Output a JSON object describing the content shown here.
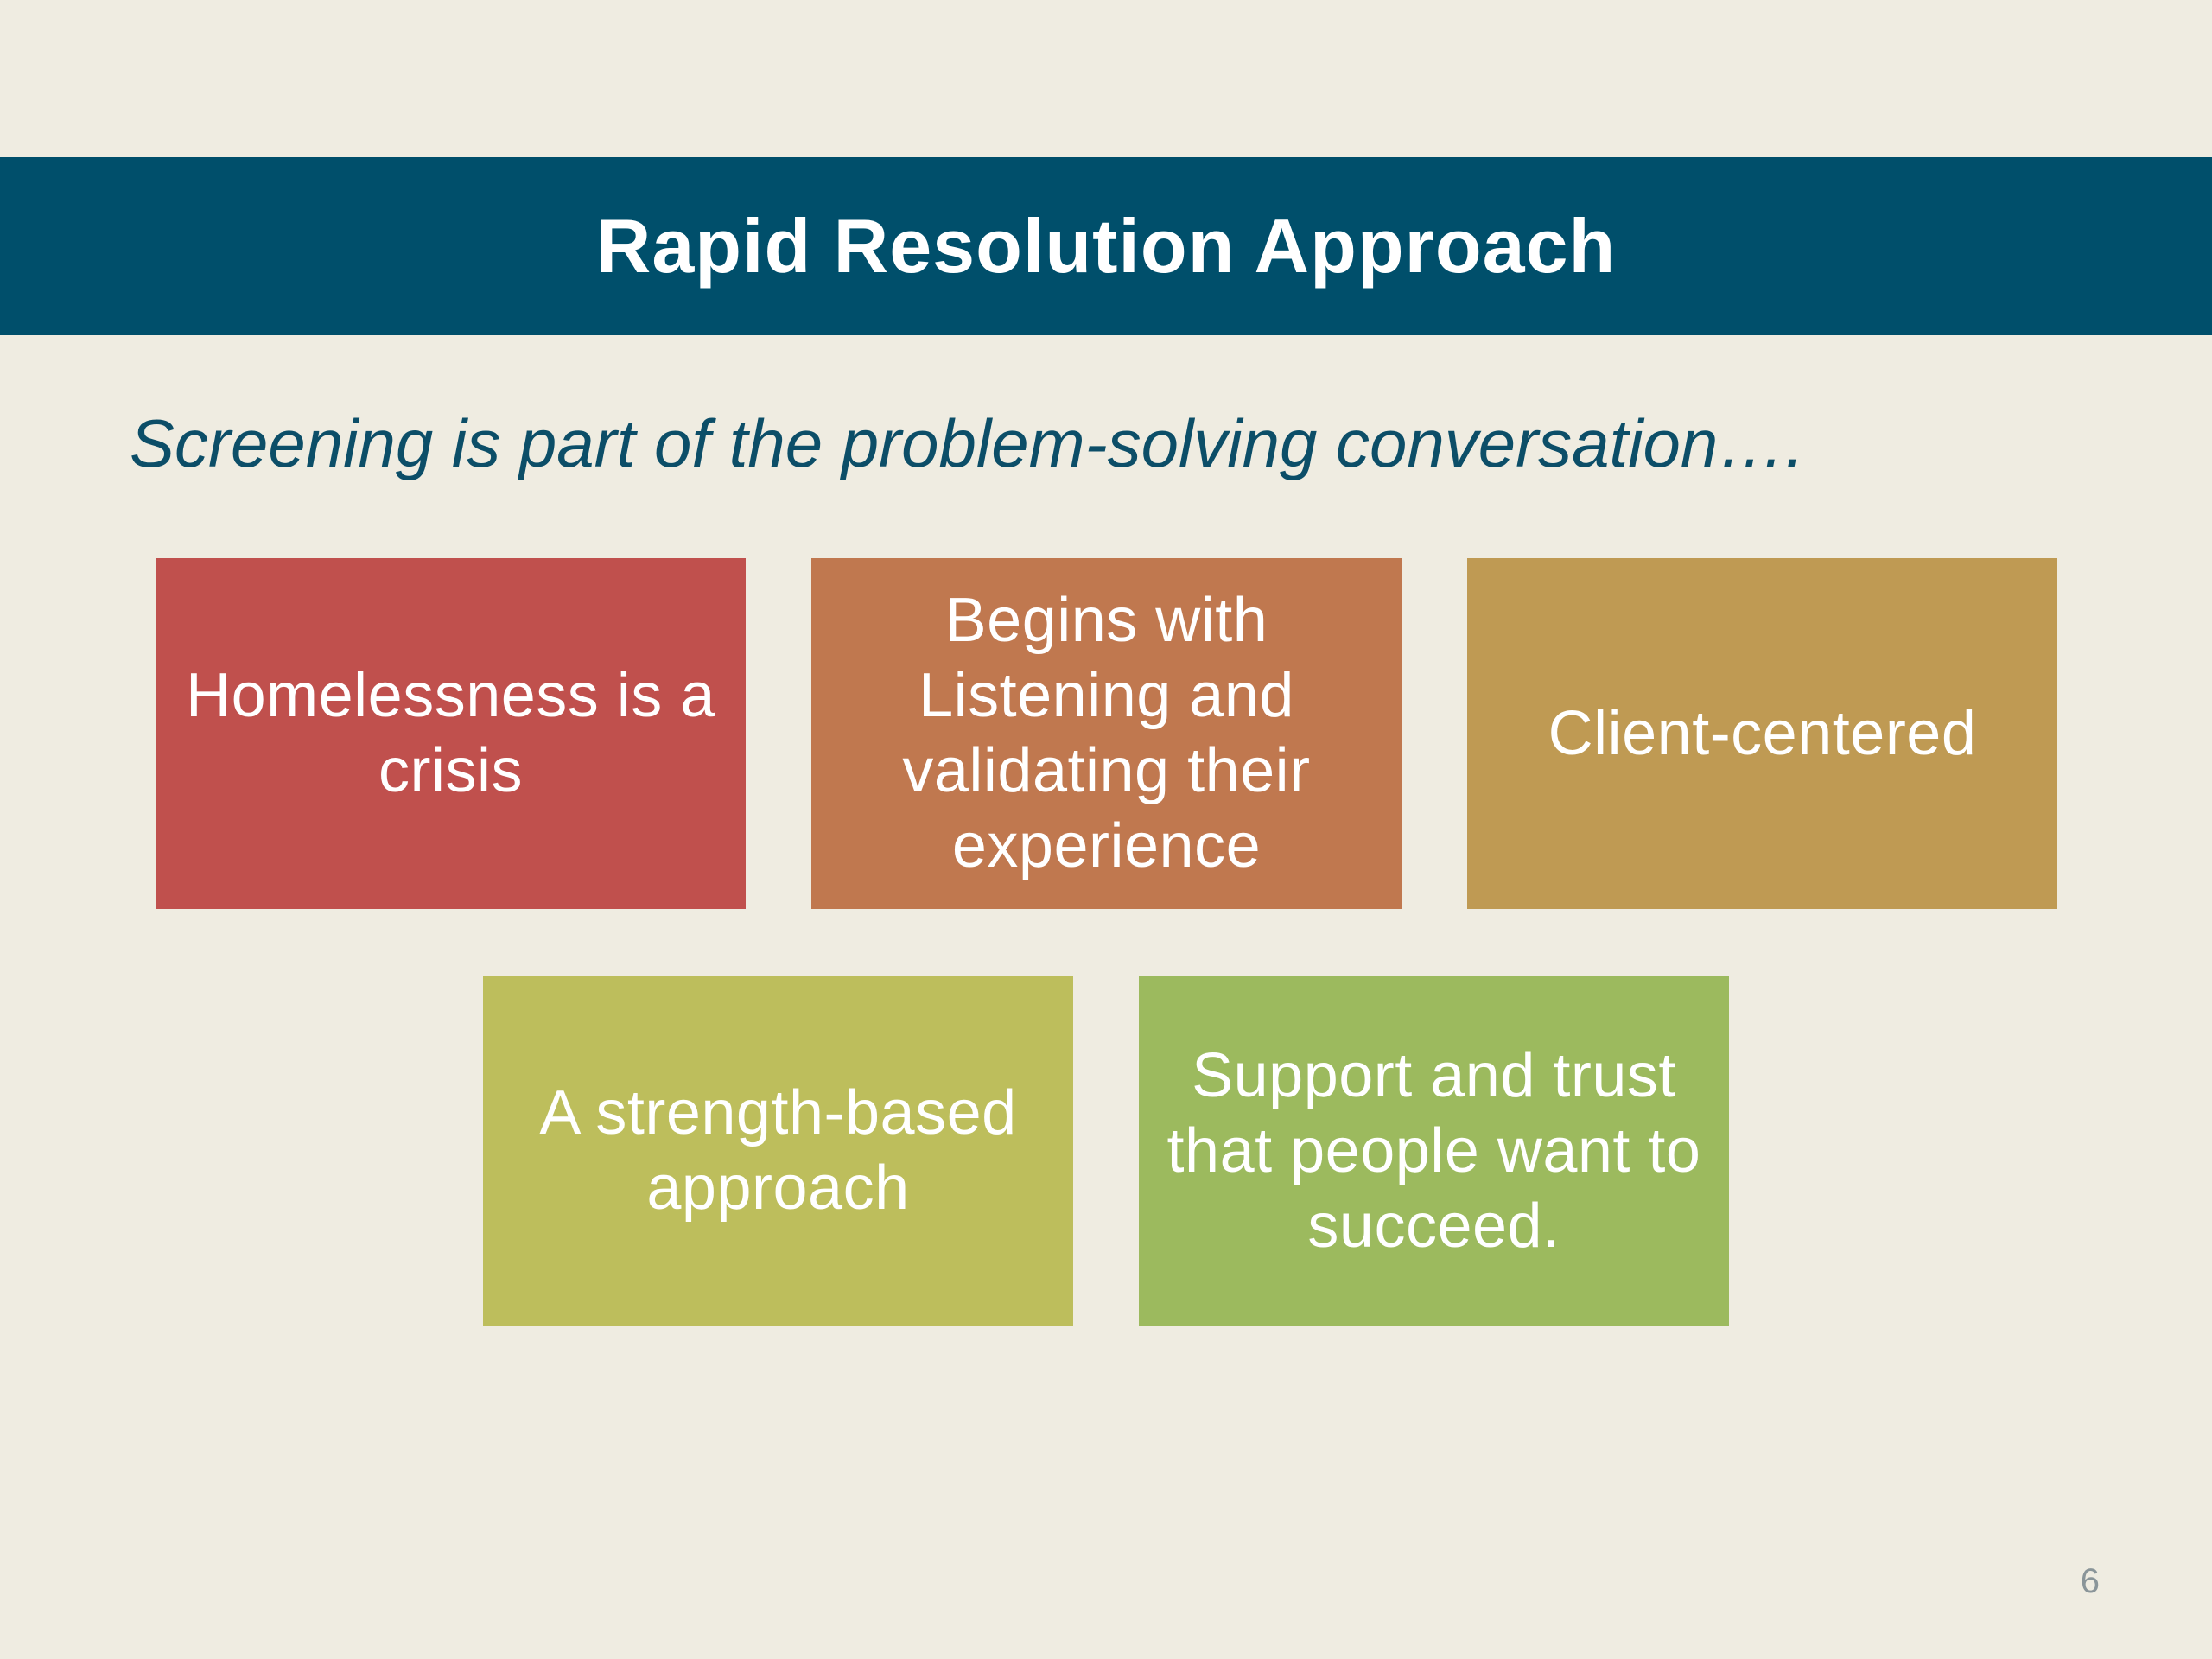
{
  "slide": {
    "title": "Rapid Resolution Approach",
    "subtitle": "Screening is part of the problem-solving conversation….",
    "page_number": "6"
  },
  "boxes": [
    {
      "label": "Homelessness is a crisis",
      "color": "#C0504D"
    },
    {
      "label": "Begins with Listening and validating their experience",
      "color": "#C0784F"
    },
    {
      "label": "Client-centered",
      "color": "#BF9A53"
    },
    {
      "label": "A strength-based approach",
      "color": "#BDBE5C"
    },
    {
      "label": "Support and trust that people want to succeed.",
      "color": "#9CBA5E"
    }
  ],
  "colors": {
    "background": "#EFECE1",
    "title_bar": "#004F6B",
    "subtitle_text": "#0C4E68"
  }
}
